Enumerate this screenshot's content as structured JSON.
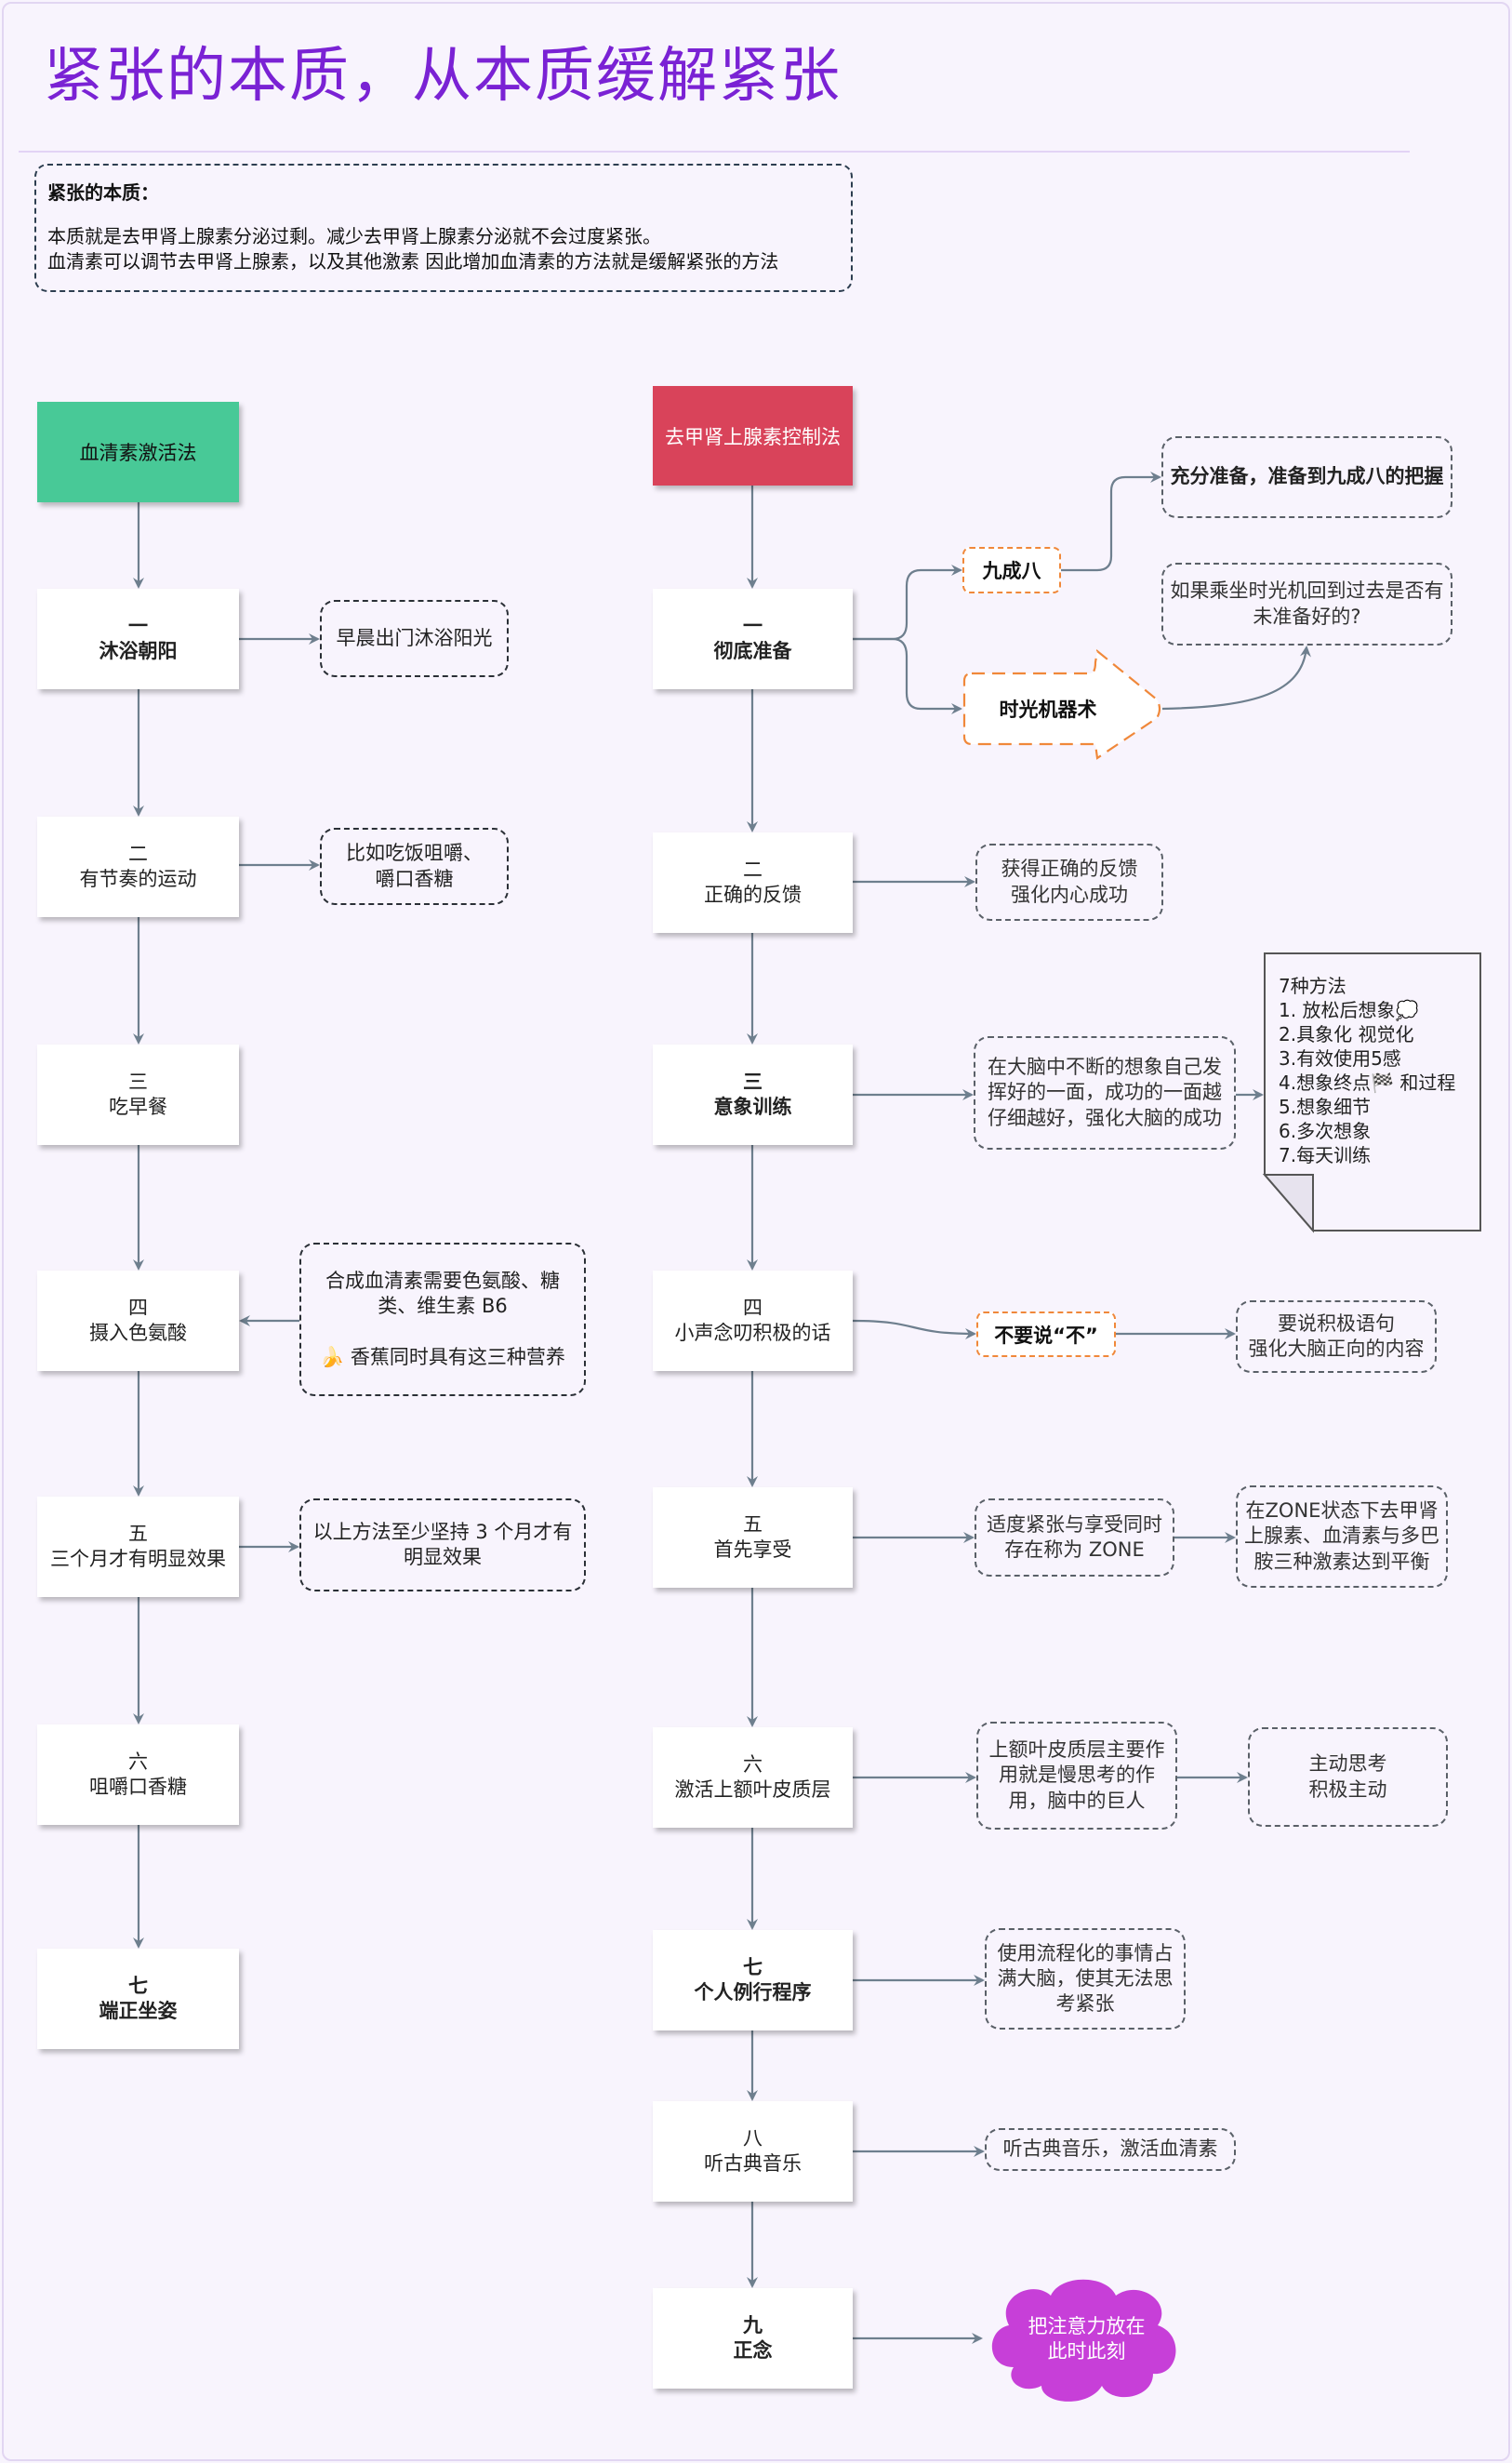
{
  "title": "紧张的本质，从本质缓解紧张",
  "intro": {
    "heading": "紧张的本质：",
    "line1": "本质就是去甲肾上腺素分泌过剩。减少去甲肾上腺素分泌就不会过度紧张。",
    "line2": "血清素可以调节去甲肾上腺素，以及其他激素 因此增加血清素的方法就是缓解紧张的方法"
  },
  "colors": {
    "green_head": "#48c997",
    "red_head": "#d9435a",
    "accent_orange": "#f0883a",
    "cloud": "#c73fd8",
    "title": "#7a22d4"
  },
  "left": {
    "head": "血清素激活法",
    "steps": [
      {
        "num": "一",
        "label": "沐浴朝阳"
      },
      {
        "num": "二",
        "label": "有节奏的运动"
      },
      {
        "num": "三",
        "label": "吃早餐"
      },
      {
        "num": "四",
        "label": "摄入色氨酸"
      },
      {
        "num": "五",
        "label": "三个月才有明显效果"
      },
      {
        "num": "六",
        "label": "咀嚼口香糖"
      },
      {
        "num": "七",
        "label": "端正坐姿"
      }
    ],
    "notes": [
      "早晨出门沐浴阳光",
      "比如吃饭咀嚼、\n嚼口香糖",
      "合成血清素需要色氨酸、糖\n类、维生素 B6\n\n🍌 香蕉同时具有这三种营养",
      "以上方法至少坚持 3 个月才有\n明显效果"
    ]
  },
  "right": {
    "head": "去甲肾上腺素控制法",
    "steps": [
      {
        "num": "一",
        "label": "彻底准备"
      },
      {
        "num": "二",
        "label": "正确的反馈"
      },
      {
        "num": "三",
        "label": "意象训练"
      },
      {
        "num": "四",
        "label": "小声念叨积极的话"
      },
      {
        "num": "五",
        "label": "首先享受"
      },
      {
        "num": "六",
        "label": "激活上额叶皮质层"
      },
      {
        "num": "七",
        "label": "个人例行程序"
      },
      {
        "num": "八",
        "label": "听古典音乐"
      },
      {
        "num": "九",
        "label": "正念"
      }
    ],
    "ninety_eight": "九成八",
    "time_machine": "时光机器术",
    "prepare_note": "充分准备，准备到九成八的把握",
    "time_machine_note": "如果乘坐时光机回到过去是否有\n未准备好的?",
    "feedback_note": "获得正确的反馈\n强化内心成功",
    "imagery_note": "在大脑中不断的想象自己发\n挥好的一面，成功的一面越\n仔细越好，强化大脑的成功",
    "methods": "7种方法\n1. 放松后想象💭\n2.具象化 视觉化\n3.有效使用5感\n4.想象终点🏁 和过程\n5.想象细节\n6.多次想象\n7.每天训练",
    "dont_say_no": "不要说“不”",
    "positive_note": "要说积极语句\n强化大脑正向的内容",
    "zone_note": "适度紧张与享受同时\n存在称为 ZONE",
    "zone_balance_note": "在ZONE状态下去甲肾\n上腺素、血清素与多巴\n胺三种激素达到平衡",
    "prefrontal_note": "上额叶皮质层主要作\n用就是慢思考的作\n用，脑中的巨人",
    "active_note": "主动思考\n积极主动",
    "routine_note": "使用流程化的事情占\n满大脑，使其无法思\n考紧张",
    "music_note": "听古典音乐，激活血清素",
    "mindfulness_cloud": "把注意力放在\n此时此刻"
  }
}
